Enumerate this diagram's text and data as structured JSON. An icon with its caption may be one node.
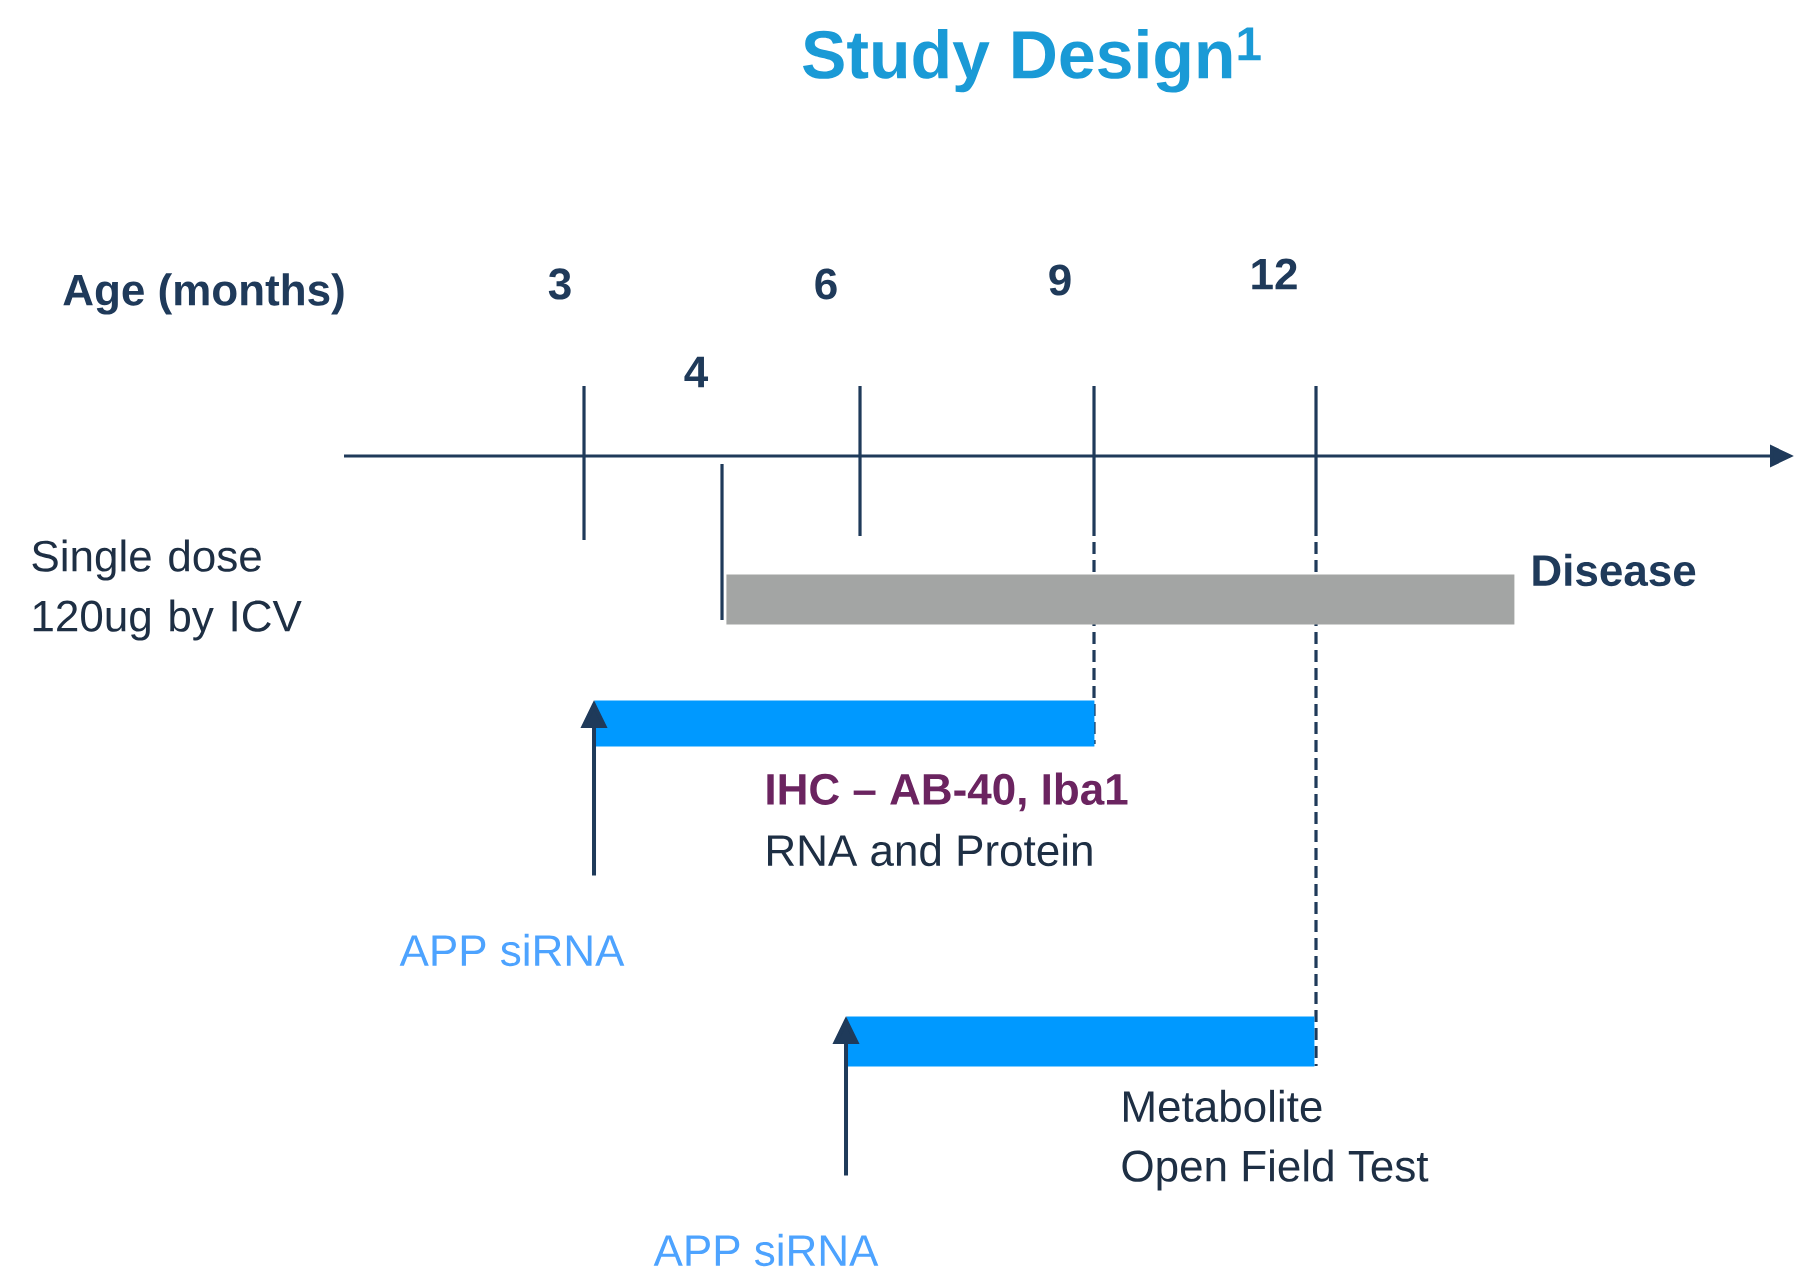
{
  "diagram": {
    "title": "Study Design$^{1}$",
    "nodes": [
      {
        "text": [],
        "shape": "bar",
        "beside": [
          "Disease"
        ]
      },
      {
        "text": [],
        "shape": "bar",
        "beside": [
          "IHC – AB-40, Iba1",
          "RNA and Protein"
        ]
      },
      {
        "text": [
          "APP siRNA"
        ]
      },
      {
        "text": [],
        "shape": "bar",
        "beside": [
          "Metabolite",
          "Open Field Test"
        ]
      },
      {
        "text": [
          "APP siRNA"
        ]
      }
    ],
    "edges": [
      {
        "from": 2,
        "to": 1,
        "arrow": "to"
      },
      {
        "from": 4,
        "to": 3,
        "arrow": "to"
      }
    ],
    "labels": [
      "Age (months)",
      "3",
      "4",
      "6",
      "9",
      "12",
      "Single dose 120ug by ICV"
    ]
  }
}
